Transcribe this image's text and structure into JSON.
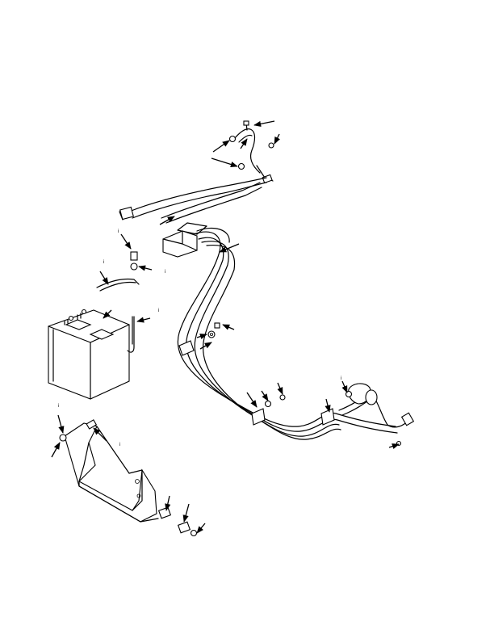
{
  "figure": {
    "kind": "exploded parts illustration",
    "callout_count": 26,
    "marks": [
      "i",
      "i",
      "i",
      "i",
      "i",
      "i",
      "i"
    ]
  },
  "colors": {
    "line": "#000000",
    "background": "#ffffff"
  }
}
